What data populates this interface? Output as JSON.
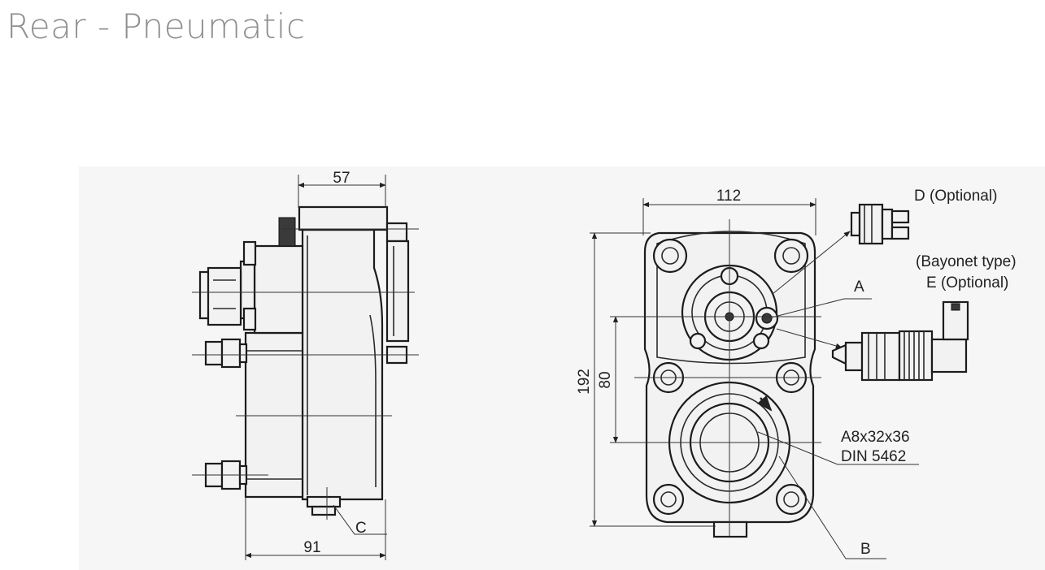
{
  "title": "Rear - Pneumatic",
  "dimensions": {
    "side_top_width": "57",
    "side_bottom_width": "91",
    "front_width": "112",
    "front_height": "192",
    "front_inner_height": "80"
  },
  "labels": {
    "a": "A",
    "b": "B",
    "c": "C",
    "d_optional": "D (Optional)",
    "bayonet_type": "(Bayonet type)",
    "e_optional": "E (Optional)",
    "spline_spec": "A8x32x36",
    "spline_standard": "DIN 5462"
  },
  "colors": {
    "title": "#8f8f8f",
    "line": "#1c1c1c",
    "background_panel": "#f6f6f6"
  }
}
